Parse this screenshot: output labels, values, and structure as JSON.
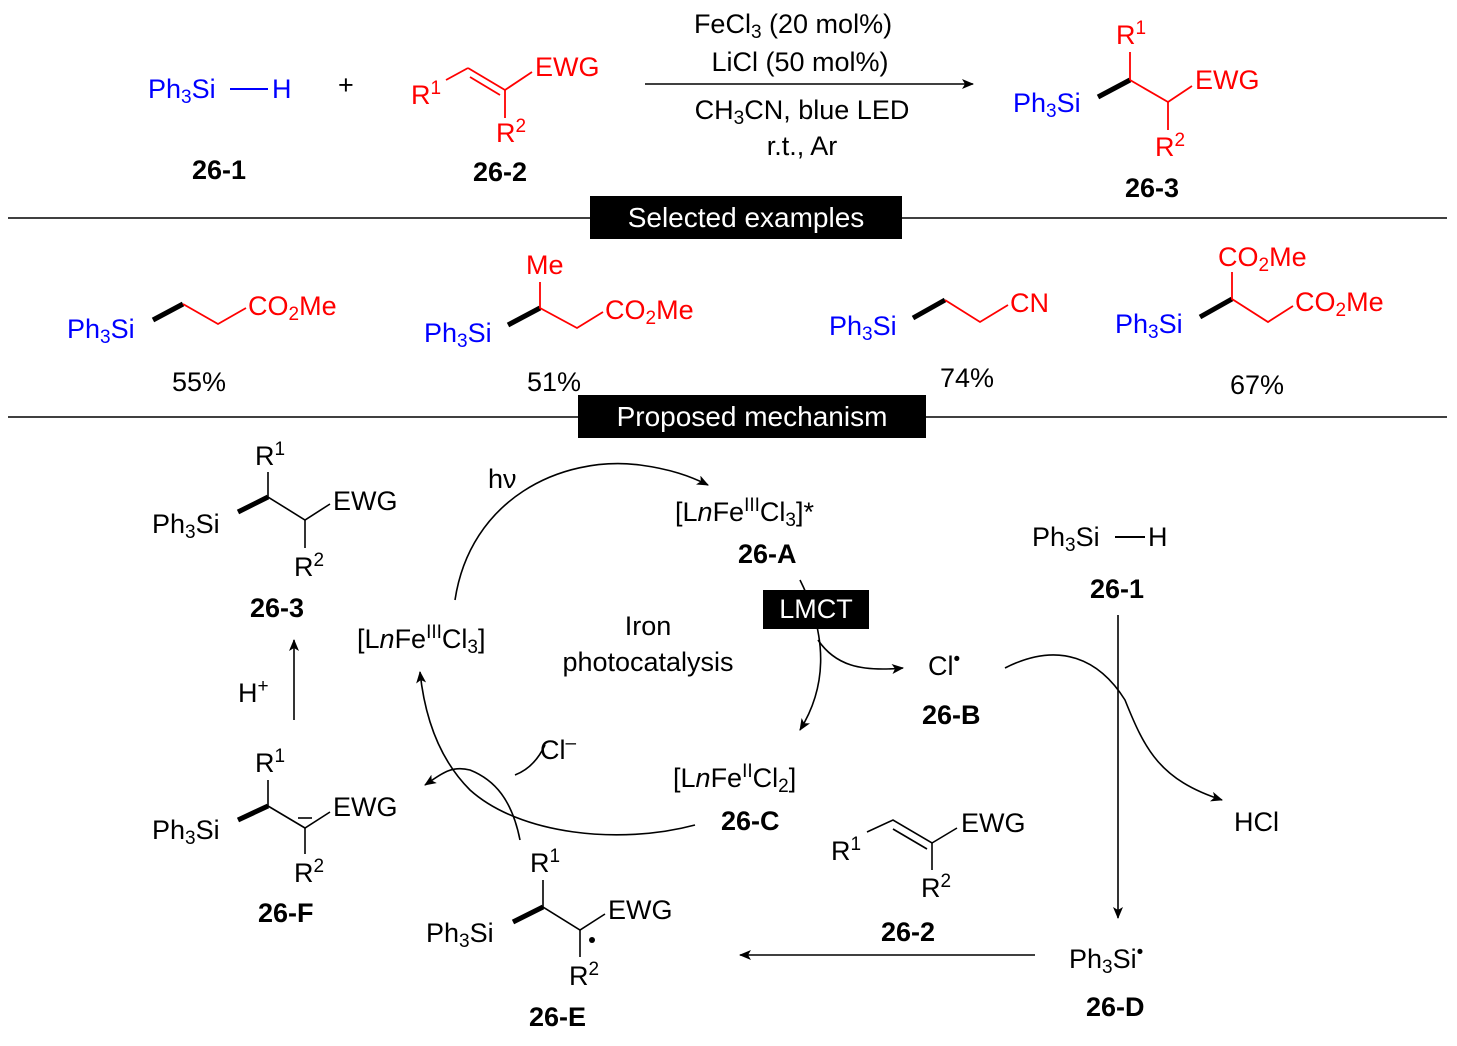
{
  "reaction": {
    "silane": "Ph_{3}Si",
    "silane_h": "H",
    "plus": "+",
    "alkene_r1": "R^{1}",
    "alkene_ewg": "EWG",
    "alkene_r2": "R^{2}",
    "label_silane": "26-1",
    "label_alkene": "26-2",
    "conditions": [
      "FeCl_{3} (20 mol%)",
      "LiCl (50 mol%)",
      "CH_{3}CN, blue LED",
      "r.t., Ar"
    ],
    "product_silyl": "Ph_{3}Si",
    "product_r1": "R^{1}",
    "product_ewg": "EWG",
    "product_r2": "R^{2}",
    "label_product": "26-3"
  },
  "sections": {
    "examples_title": "Selected examples",
    "mechanism_title": "Proposed mechanism"
  },
  "examples": [
    {
      "silyl": "Ph_{3}Si",
      "group": "CO_{2}Me",
      "yield": "55%"
    },
    {
      "silyl": "Ph_{3}Si",
      "sub": "Me",
      "group": "CO_{2}Me",
      "yield": "51%"
    },
    {
      "silyl": "Ph_{3}Si",
      "group": "CN",
      "yield": "74%"
    },
    {
      "silyl": "Ph_{3}Si",
      "sub": "CO_{2}Me",
      "group": "CO_{2}Me",
      "yield": "67%"
    }
  ],
  "mechanism": {
    "hv": "hν",
    "fe_excited": "[L~{n}Fe^{III}Cl_{3}]*",
    "label_A": "26-A",
    "lmct": "LMCT",
    "fe_iii": "[L~{n}Fe^{III}Cl_{3}]",
    "center_label": [
      "Iron",
      "photocatalysis"
    ],
    "cl_radical": "Cl^{•}",
    "label_B": "26-B",
    "fe_ii": "[L~{n}Fe^{II}Cl_{2}]",
    "label_C": "26-C",
    "cl_minus": "Cl^{–}",
    "silane": "Ph_{3}Si",
    "silane_h": "H",
    "label_1": "26-1",
    "hcl": "HCl",
    "silyl_radical": "Ph_{3}Si^{•}",
    "label_D": "26-D",
    "alkene_r1": "R^{1}",
    "alkene_ewg": "EWG",
    "alkene_r2": "R^{2}",
    "label_2": "26-2",
    "E": {
      "silyl": "Ph_{3}Si",
      "r1": "R^{1}",
      "ewg": "EWG",
      "r2": "R^{2}",
      "label": "26-E"
    },
    "F": {
      "silyl": "Ph_{3}Si",
      "r1": "R^{1}",
      "ewg": "EWG",
      "r2": "R^{2}",
      "label": "26-F"
    },
    "P": {
      "silyl": "Ph_{3}Si",
      "r1": "R^{1}",
      "ewg": "EWG",
      "r2": "R^{2}",
      "label": "26-3"
    },
    "h_plus": "H^{+}"
  }
}
